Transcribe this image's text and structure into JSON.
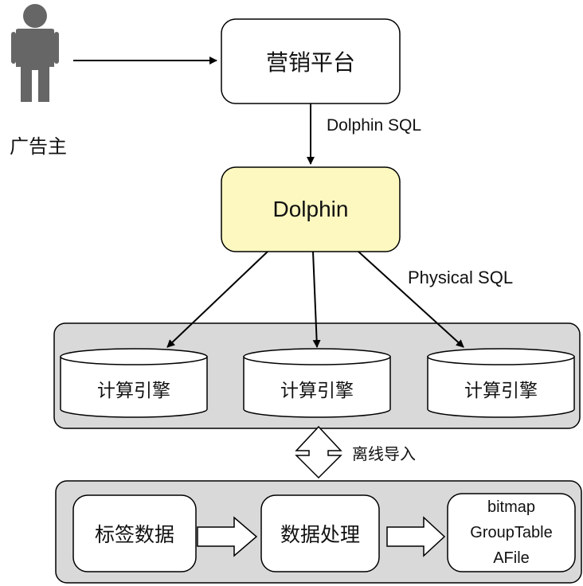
{
  "actor": {
    "label": "广告主"
  },
  "marketing_platform": {
    "label": "营销平台"
  },
  "edge_dolphin_sql": {
    "label": "Dolphin SQL"
  },
  "dolphin": {
    "label": "Dolphin",
    "fill": "#fcf8c0"
  },
  "edge_physical_sql": {
    "label": "Physical SQL"
  },
  "compute_engines": [
    {
      "label": "计算引擎"
    },
    {
      "label": "计算引擎"
    },
    {
      "label": "计算引擎"
    }
  ],
  "offline_import": {
    "label": "离线导入"
  },
  "pipeline": {
    "tag_data": {
      "label": "标签数据"
    },
    "data_processing": {
      "label": "数据处理"
    },
    "output": {
      "lines": [
        "bitmap",
        "GroupTable",
        "AFile"
      ]
    }
  },
  "colors": {
    "group_fill": "#d9d9d9",
    "stroke": "#000000",
    "person": "#666666"
  }
}
